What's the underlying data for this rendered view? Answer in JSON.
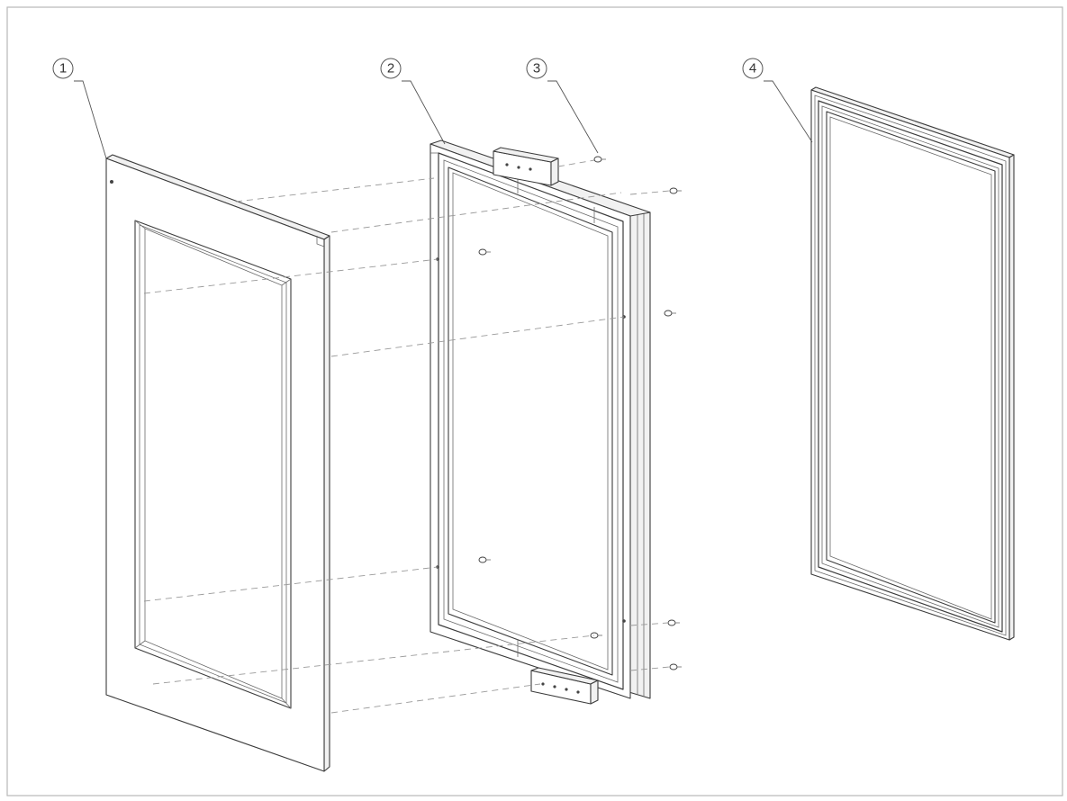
{
  "drawing": {
    "balloons": [
      {
        "label": "1"
      },
      {
        "label": "2"
      },
      {
        "label": "3"
      },
      {
        "label": "4"
      }
    ]
  }
}
